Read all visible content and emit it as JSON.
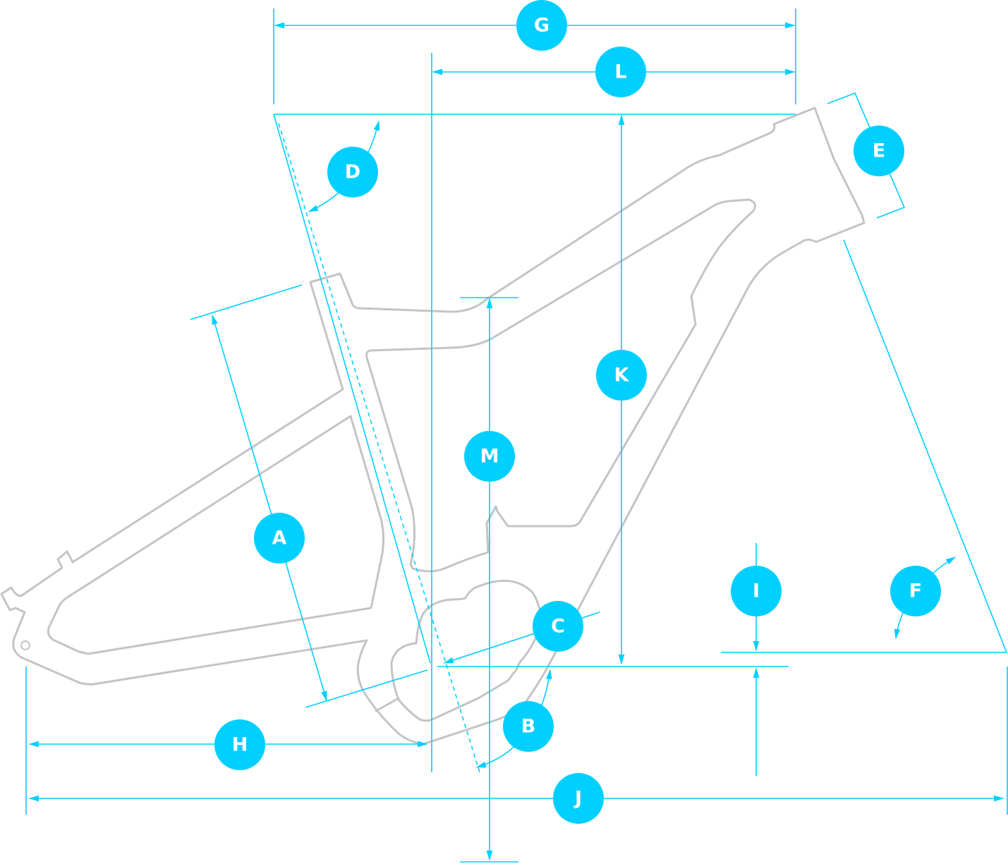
{
  "colors": {
    "accent": "#00cfff",
    "frame": "#c4c4c4"
  },
  "labels": {
    "A": "A",
    "B": "B",
    "C": "C",
    "D": "D",
    "E": "E",
    "F": "F",
    "G": "G",
    "H": "H",
    "I": "I",
    "J": "J",
    "K": "K",
    "L": "L",
    "M": "M"
  }
}
